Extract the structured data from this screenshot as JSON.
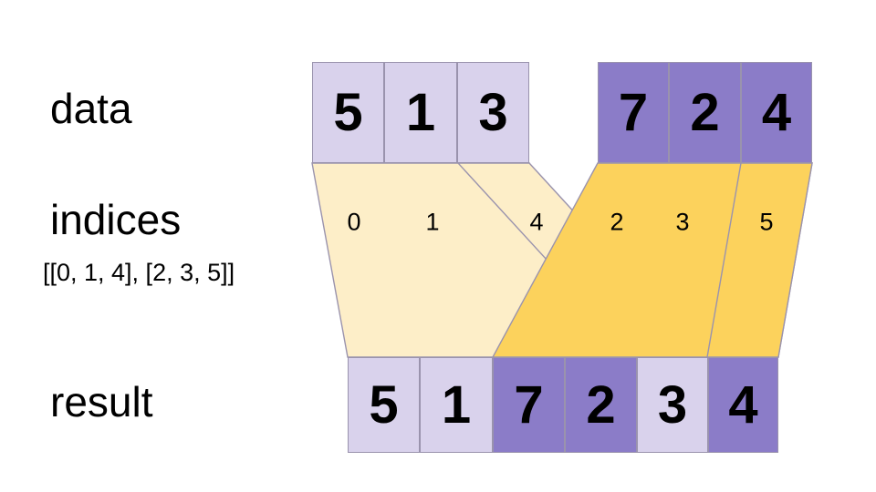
{
  "diagram": {
    "title_rows": {
      "data_label": "data",
      "indices_label": "indices",
      "indices_value": "[[0, 1, 4], [2, 3, 5]]",
      "result_label": "result"
    },
    "colors": {
      "light_purple": "#d9d2ec",
      "dark_purple": "#8b7cc8",
      "light_cream": "#fdeec8",
      "dark_yellow": "#fcd25c",
      "stroke": "#9a93ad",
      "text": "#000000",
      "background": "#ffffff"
    },
    "data_row": {
      "groups": [
        {
          "name": "group-a",
          "shade": "light",
          "cells": [
            {
              "value": "5",
              "index": "0"
            },
            {
              "value": "1",
              "index": "1"
            },
            {
              "value": "3",
              "index": "2"
            }
          ]
        },
        {
          "name": "group-b",
          "shade": "dark",
          "cells": [
            {
              "value": "7",
              "index": "3"
            },
            {
              "value": "2",
              "index": "4"
            },
            {
              "value": "4",
              "index": "5"
            }
          ]
        }
      ]
    },
    "indices_row": {
      "labels": [
        {
          "text": "0",
          "ribbon": "light"
        },
        {
          "text": "1",
          "ribbon": "light"
        },
        {
          "text": "4",
          "ribbon": "light"
        },
        {
          "text": "2",
          "ribbon": "dark"
        },
        {
          "text": "3",
          "ribbon": "dark"
        },
        {
          "text": "5",
          "ribbon": "dark"
        }
      ]
    },
    "result_row": {
      "cells": [
        {
          "value": "5",
          "shade": "light"
        },
        {
          "value": "1",
          "shade": "light"
        },
        {
          "value": "7",
          "shade": "dark"
        },
        {
          "value": "2",
          "shade": "dark"
        },
        {
          "value": "3",
          "shade": "light"
        },
        {
          "value": "4",
          "shade": "dark"
        }
      ]
    },
    "flows": [
      {
        "name": "flow-index-0",
        "ribbon": "light",
        "source_cell": "5",
        "target_cell": "5"
      },
      {
        "name": "flow-index-1",
        "ribbon": "light",
        "source_cell": "1",
        "target_cell": "1"
      },
      {
        "name": "flow-index-4",
        "ribbon": "light",
        "source_cell": "3",
        "target_cell": "3"
      },
      {
        "name": "flow-index-2",
        "ribbon": "dark",
        "source_cell": "7",
        "target_cell": "7"
      },
      {
        "name": "flow-index-3",
        "ribbon": "dark",
        "source_cell": "2",
        "target_cell": "2"
      },
      {
        "name": "flow-index-5",
        "ribbon": "dark",
        "source_cell": "4",
        "target_cell": "4"
      }
    ]
  }
}
